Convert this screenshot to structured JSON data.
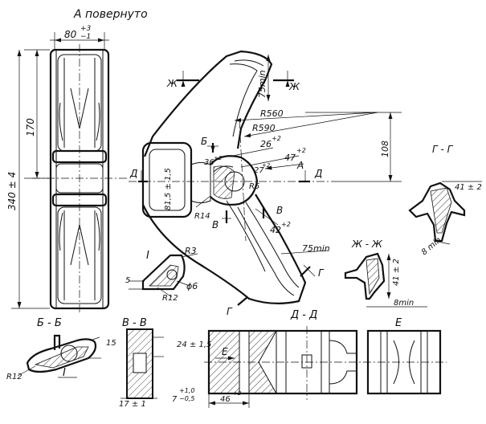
{
  "views": {
    "rotated_view_title": "А повернуто",
    "section_bb": "Б - Б",
    "section_vv": "В - В",
    "section_dd": "Д - Д",
    "section_gg": "Г - Г",
    "section_zhzh": "Ж - Ж",
    "view_e": "Е",
    "detail_i": "I",
    "detail_i_callout": "I"
  },
  "dimensions": {
    "width_80": "80",
    "width_80_tol_upper": "+3",
    "width_80_tol_lower": "−1",
    "height_170": "170",
    "height_340": "340 ± 4",
    "len_75min_top": "75min",
    "r560": "R560",
    "r590": "R590",
    "d108": "108",
    "d26": "26",
    "d26_tol": "+2",
    "d47": "47",
    "d47_tol": "+2",
    "d36": "36",
    "d36_tol": "+2",
    "d27": "27",
    "d27_tol": "+2",
    "d81_5": "81,5 ± 1,5",
    "r5": "R5",
    "r14": "R14",
    "d42": "42",
    "d42_tol": "+2",
    "len_75min_bottom": "75min",
    "d41_gg": "41 ± 2",
    "d8min_gg": "8 min",
    "d41_zhzh": "41 ± 2",
    "d8min_zhzh": "8min",
    "r3": "R3",
    "r12_detail": "R12",
    "phi6": "ϕ6",
    "d5": "5",
    "d15": "15",
    "r12_bb": "R12",
    "d24": "24 ± 1,5",
    "d17": "17 ± 1",
    "d7": "7",
    "d7_tol_upper": "+1,0",
    "d7_tol_lower": "−0,5",
    "d46": "46",
    "d46_tol": "+2"
  },
  "section_marks": {
    "zh_left": "Ж",
    "zh_right": "Ж",
    "b_top": "Б",
    "b_bottom": "В",
    "v_right": "В",
    "a_mark": "А",
    "d_left": "Д",
    "d_right": "Д",
    "g_right": "Г",
    "g_bottom": "Г",
    "e_mark": "Е"
  }
}
